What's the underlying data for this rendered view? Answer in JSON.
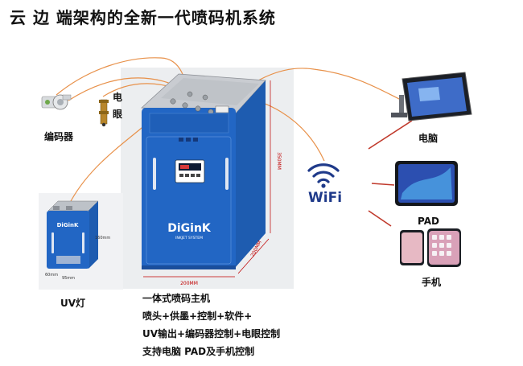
{
  "title": "云 边 端架构的全新一代喷码机系统",
  "devices": {
    "encoder": "编码器",
    "photo_eye_line1": "电",
    "photo_eye_line2": "眼",
    "uv_lamp": "UV灯",
    "computer": "电脑",
    "pad": "PAD",
    "phone": "手机",
    "wifi": "WiFi"
  },
  "main_unit": {
    "brand": "DiGinK",
    "subtitle": "INKJET SYSTEM"
  },
  "uv_unit": {
    "brand": "DiGinK"
  },
  "dimensions": {
    "height": "350MM",
    "width": "200MM",
    "depth": "200MM",
    "uv_height": "160mm",
    "uv_width": "95mm",
    "uv_depth": "60mm"
  },
  "features": [
    "一体式喷码主机",
    "喷头+供墨+控制+软件+",
    "UV输出+编码器控制+电眼控制",
    "支持电脑 PAD及手机控制"
  ],
  "colors": {
    "cable": "#e8914a",
    "arrow": "#c0392b",
    "cabinet_blue": "#2266c4",
    "cabinet_top": "#c9ccd1",
    "wifi": "#1f3a8a"
  }
}
